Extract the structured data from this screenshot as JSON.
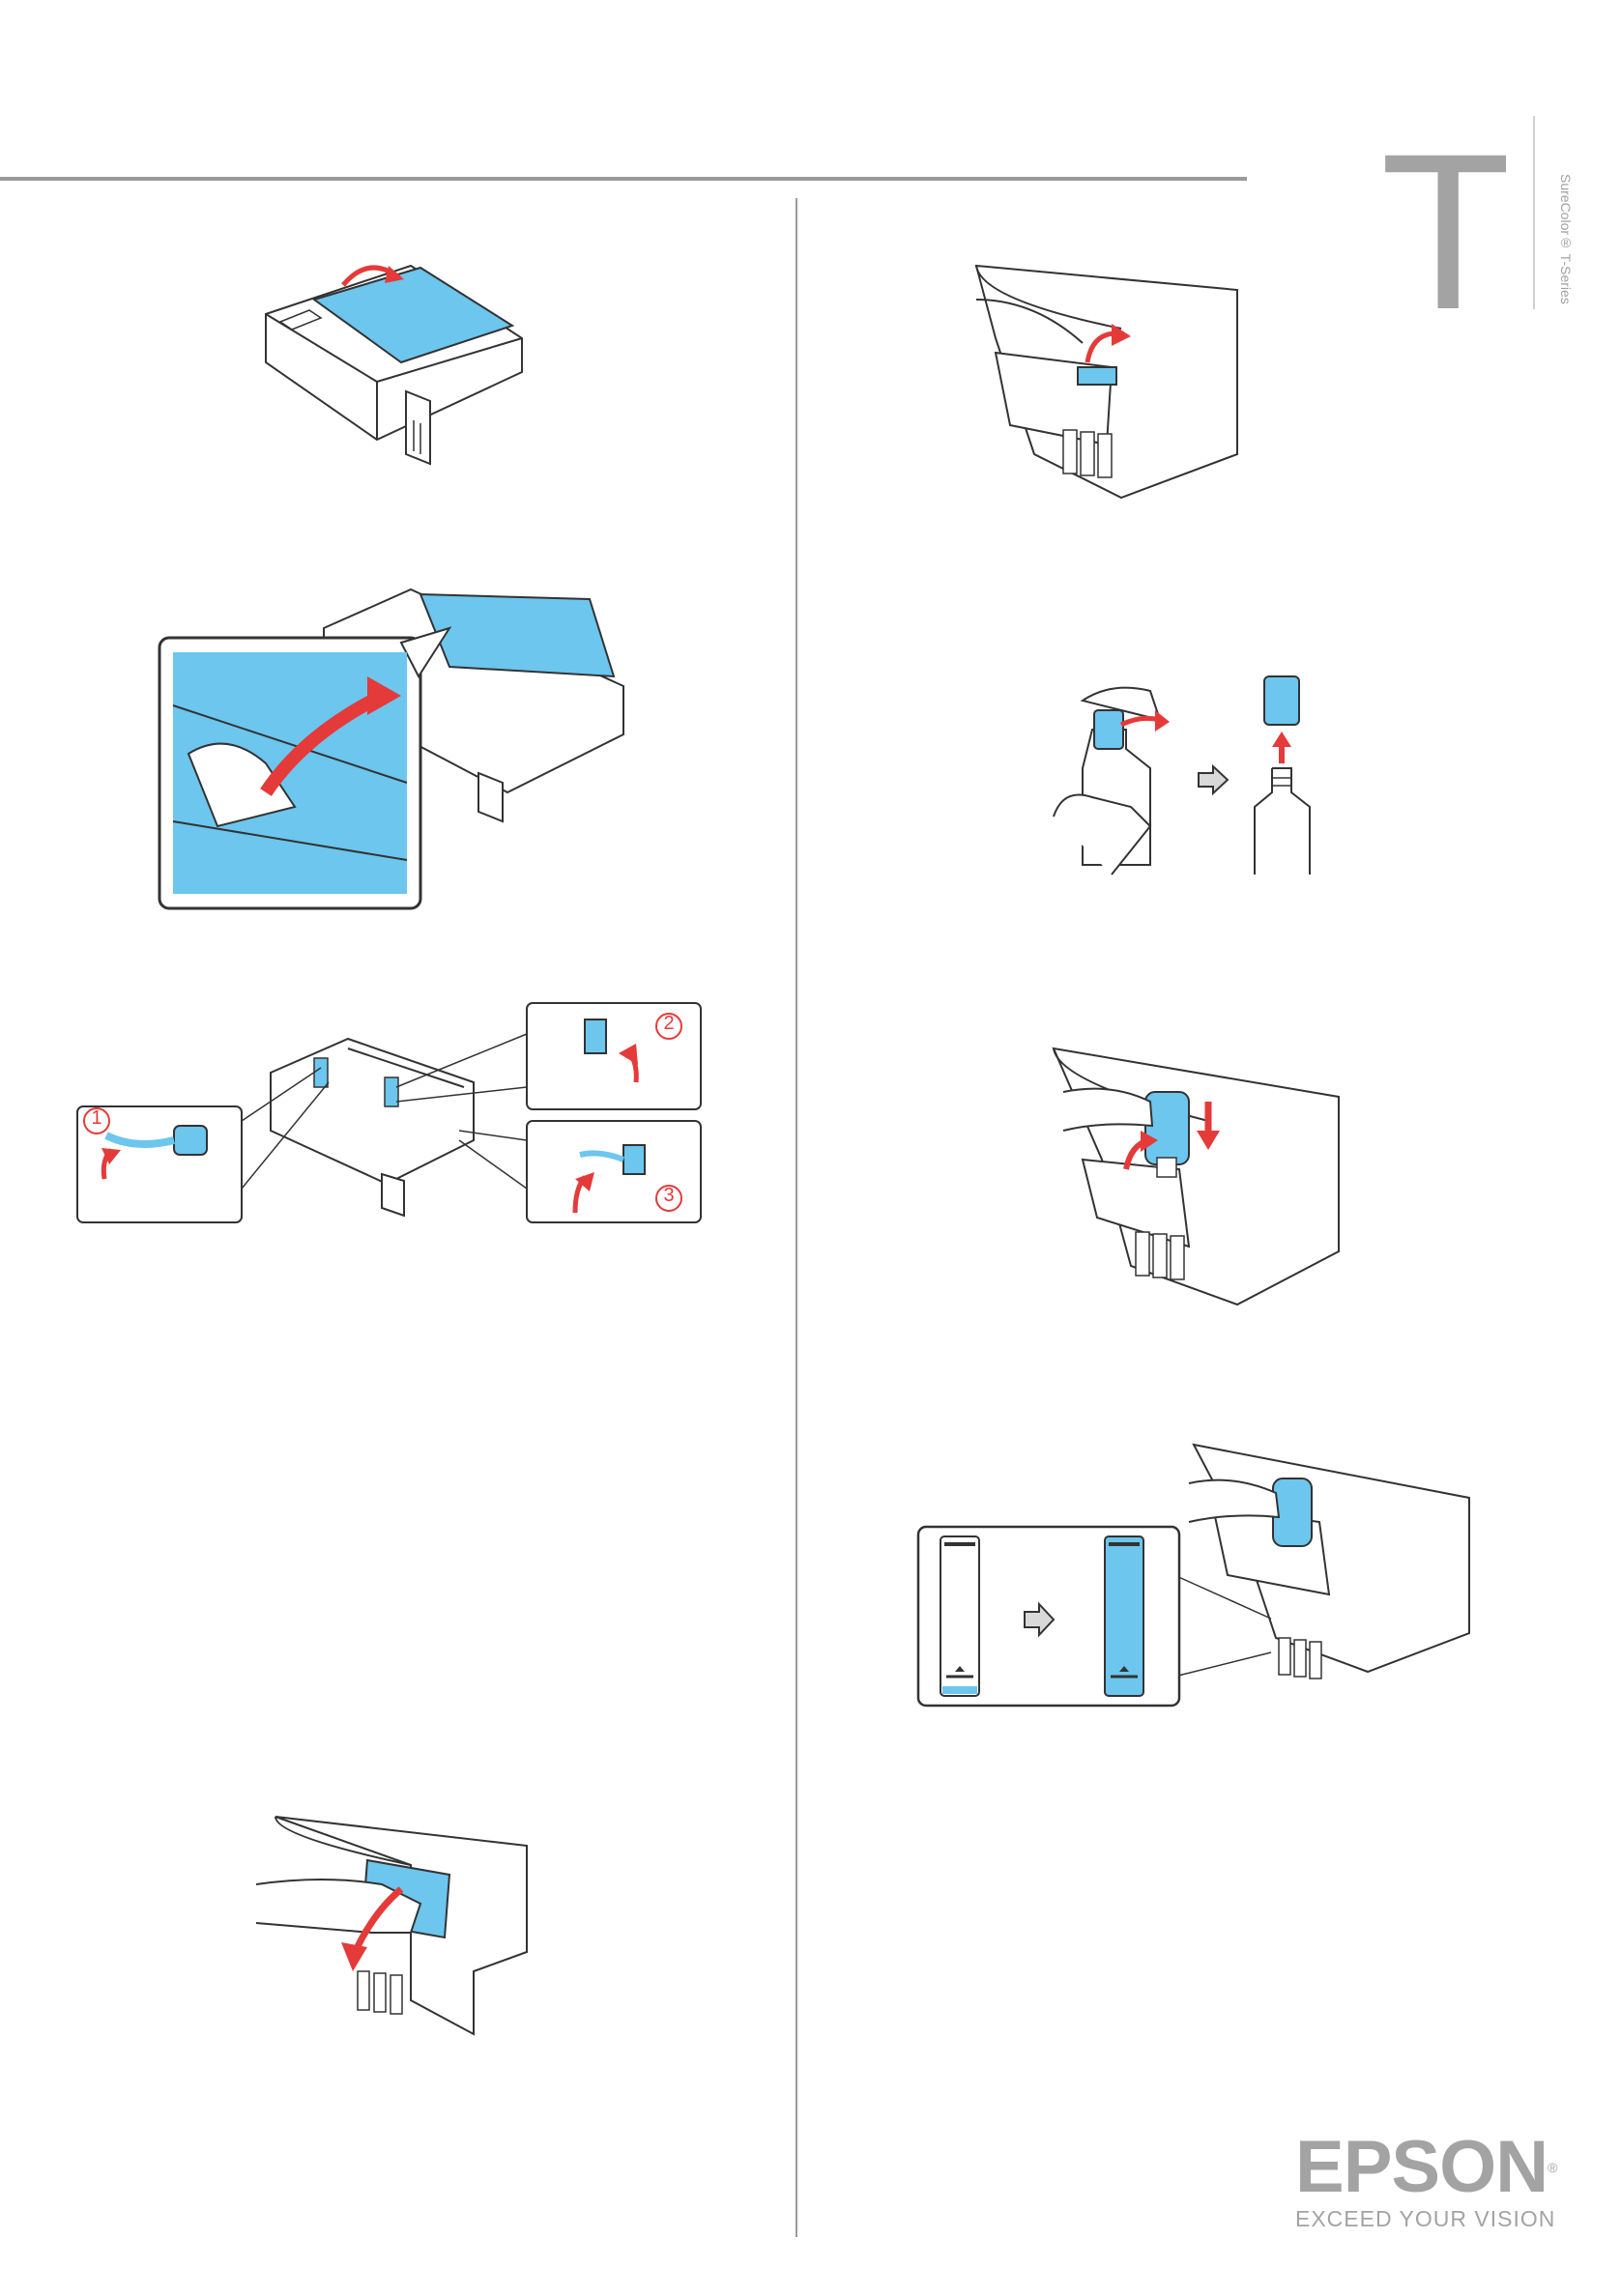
{
  "header": {
    "letter": "T",
    "series": "SureColor® T-Series"
  },
  "figures": {
    "step_numbers": [
      "1",
      "2",
      "3"
    ]
  },
  "brand": {
    "name": "EPSON",
    "registered": "®",
    "tagline": "EXCEED YOUR VISION"
  },
  "colors": {
    "accent_blue": "#6cc6ee",
    "arrow_red": "#e53a3a",
    "line": "#333333",
    "rule_gray": "#9a9a9a"
  }
}
